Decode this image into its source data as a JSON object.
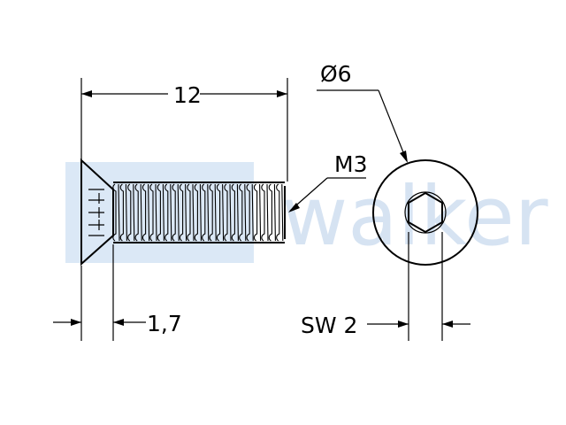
{
  "dimensions": {
    "length": "12",
    "thread": "M3",
    "head_diameter": "Ø6",
    "head_height": "1,7",
    "socket": "SW 2"
  },
  "watermark": {
    "text": "walker",
    "color": "#c9dcf2"
  },
  "colors": {
    "line": "#000000",
    "background": "#ffffff"
  }
}
